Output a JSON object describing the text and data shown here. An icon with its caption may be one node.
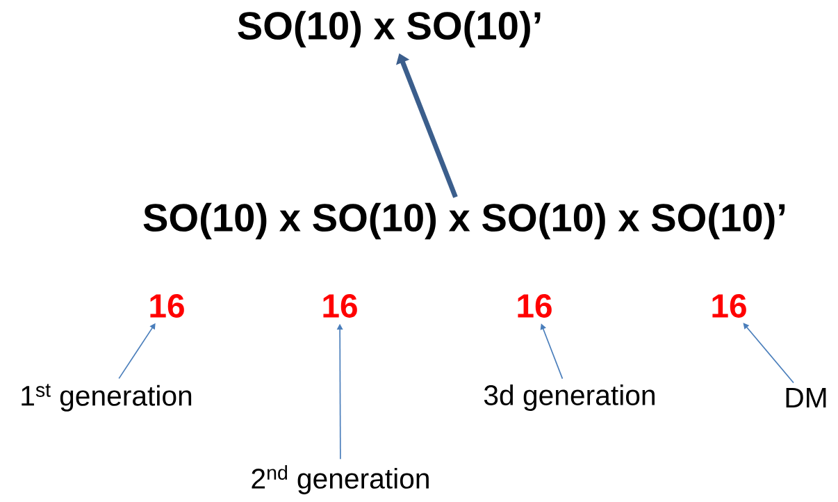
{
  "diagram": {
    "nodes": [
      {
        "text": [
          "SO(10) x SO(10)’"
        ]
      },
      {
        "text": [
          "SO(10) x SO(10) x SO(10) x SO(10)’"
        ]
      },
      {
        "text": [
          "16"
        ]
      },
      {
        "text": [
          "16"
        ]
      },
      {
        "text": [
          "16"
        ]
      },
      {
        "text": [
          "16"
        ]
      },
      {
        "text": [
          "1$^{st}$ generation"
        ]
      },
      {
        "text": [
          "2$^{nd}$ generation"
        ]
      },
      {
        "text": [
          "3d generation"
        ]
      },
      {
        "text": [
          "DM"
        ]
      }
    ],
    "edges": [
      {
        "from": 1,
        "to": 0,
        "arrow": "to",
        "style": "thick",
        "color": "#3b5e8c"
      },
      {
        "from": 6,
        "to": 2,
        "arrow": "to"
      },
      {
        "from": 7,
        "to": 3,
        "arrow": "to"
      },
      {
        "from": 8,
        "to": 4,
        "arrow": "to"
      },
      {
        "from": 9,
        "to": 5,
        "arrow": "to"
      }
    ]
  }
}
